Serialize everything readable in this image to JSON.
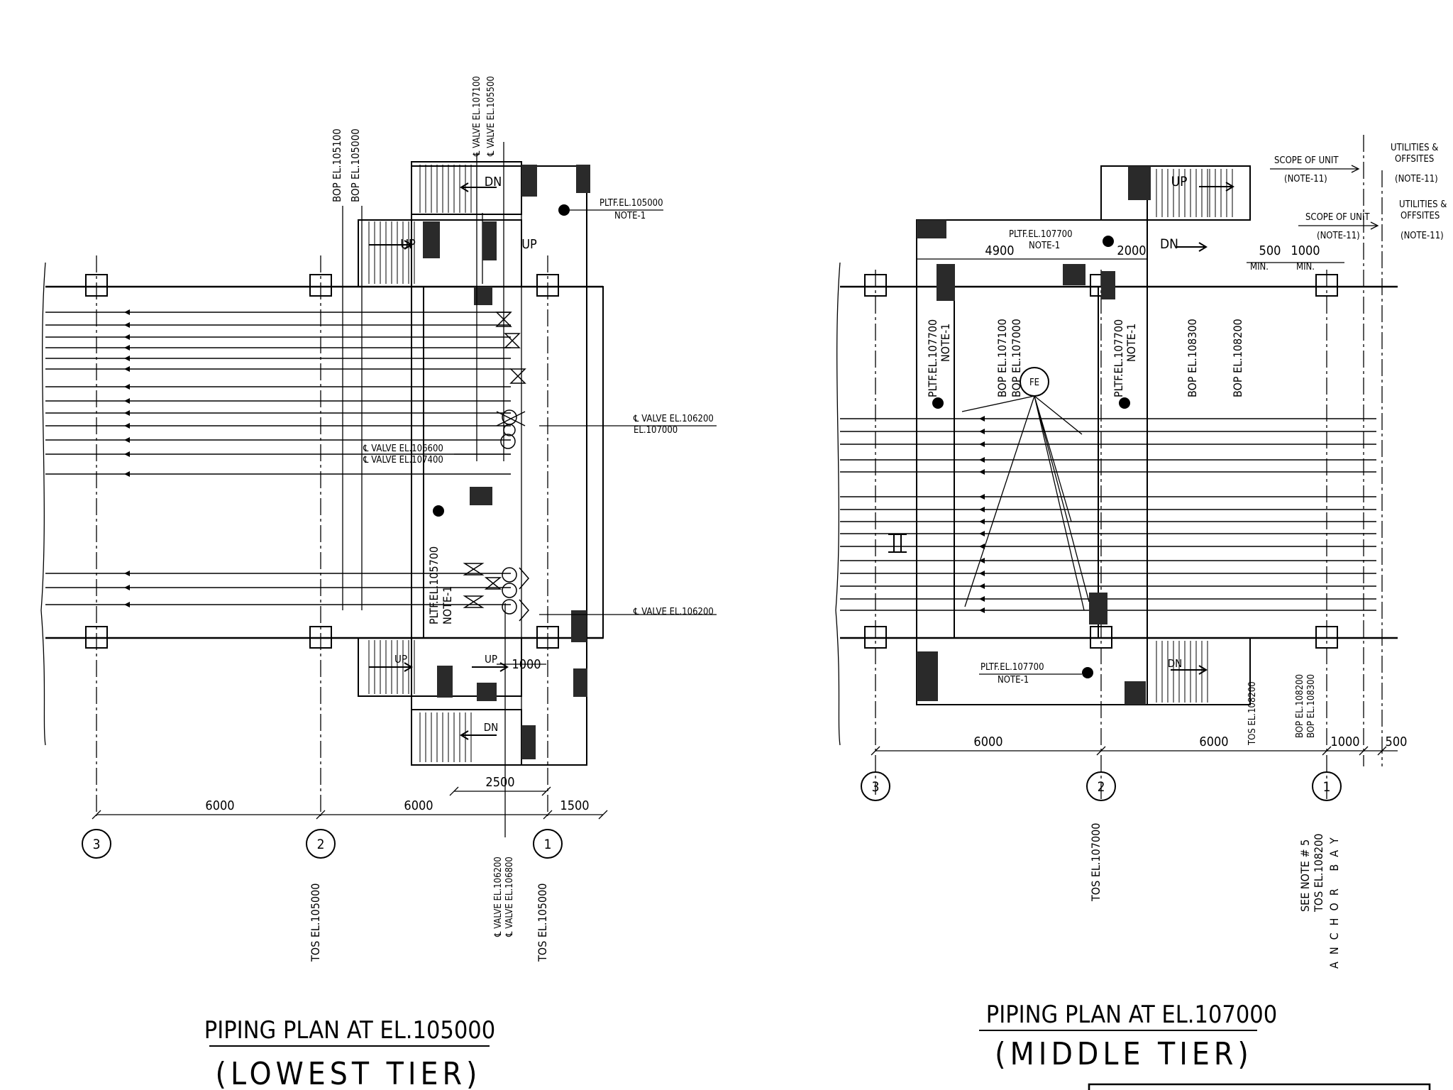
{
  "colors": {
    "ink": "#000000",
    "paper": "#ffffff",
    "hatch": "#2a2a2a"
  },
  "left_plan": {
    "title": "PIPING PLAN AT EL.105000",
    "subtitle": "(LOWEST TIER)",
    "grid_labels": [
      "3",
      "2",
      "1"
    ],
    "dimensions": [
      "6000",
      "6000",
      "1500",
      "2500",
      "1000"
    ],
    "stair_labels": [
      "DN",
      "UP",
      "UP",
      "UP",
      "UP",
      "DN"
    ],
    "vertical_labels": [
      "BOP EL.105100",
      "BOP EL.105000",
      "℄ VALVE EL.107100",
      "℄ VALVE EL.105500",
      "PLTF.EL.105700",
      "NOTE-1",
      "TOS EL.105000",
      "℄ VALVE EL.106200",
      "℄ VALVE EL.106800",
      "TOS EL.105000"
    ],
    "callouts": [
      "PLTF.EL.105000",
      "NOTE-1",
      "℄ VALVE EL.106200",
      "EL.107000",
      "℄ VALVE EL.106600",
      "℄ VALVE EL.107400",
      "℄ VALVE EL.106200"
    ]
  },
  "right_plan": {
    "title": "PIPING PLAN AT EL.107000",
    "subtitle": "(MIDDLE TIER)",
    "grid_labels": [
      "3",
      "2",
      "1"
    ],
    "dimensions": [
      "4900",
      "2000",
      "500",
      "MIN.",
      "1000",
      "MIN.",
      "6000",
      "6000",
      "1000",
      "500"
    ],
    "stair_labels": [
      "UP",
      "DN",
      "DN"
    ],
    "instrument": "FE",
    "vertical_labels": [
      "PLTF.EL.107700",
      "NOTE-1",
      "BOP EL.107100",
      "BOP EL.107000",
      "PLTF.EL.107700",
      "NOTE-1",
      "BOP EL.108300",
      "BOP EL.108200",
      "TOS EL.108200",
      "BOP EL.108200",
      "BOP EL.108300",
      "TOS EL.107000",
      "SEE NOTE # 5",
      "TOS EL.108200",
      "ANCHOR BAY"
    ],
    "callouts": [
      "PLTF.EL.107700",
      "NOTE-1",
      "PLTF.EL.107700",
      "NOTE-1"
    ],
    "scope_labels": [
      "SCOPE OF UNIT",
      "(NOTE-11)",
      "UTILITIES &",
      "OFFSITES",
      "(NOTE-11)",
      "SCOPE OF UNIT",
      "(NOTE-11)",
      "UTILITIES &",
      "OFFSITES",
      "(NOTE-11)"
    ]
  }
}
